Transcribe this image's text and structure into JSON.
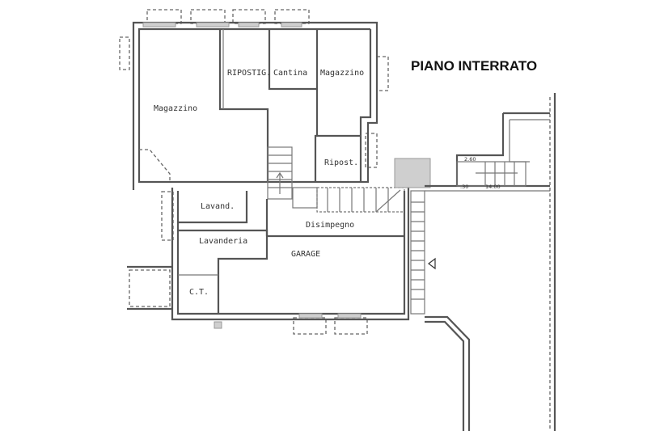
{
  "title": "PIANO INTERRATO",
  "rooms": {
    "magazzino_left": "Magazzino",
    "ripostiglio": "RIPOSTIG.",
    "cantina": "Cantina",
    "magazzino_right": "Magazzino",
    "ripost": "Ripost.",
    "lavand": "Lavand.",
    "lavanderia": "Lavanderia",
    "disimpegno": "Disimpegno",
    "garage": "GARAGE",
    "ct": "C.T."
  },
  "dimensions": {
    "width_a": "2.60",
    "width_b": ".30",
    "length": "14.00"
  },
  "colors": {
    "wall": "#555555",
    "background": "#ffffff"
  }
}
